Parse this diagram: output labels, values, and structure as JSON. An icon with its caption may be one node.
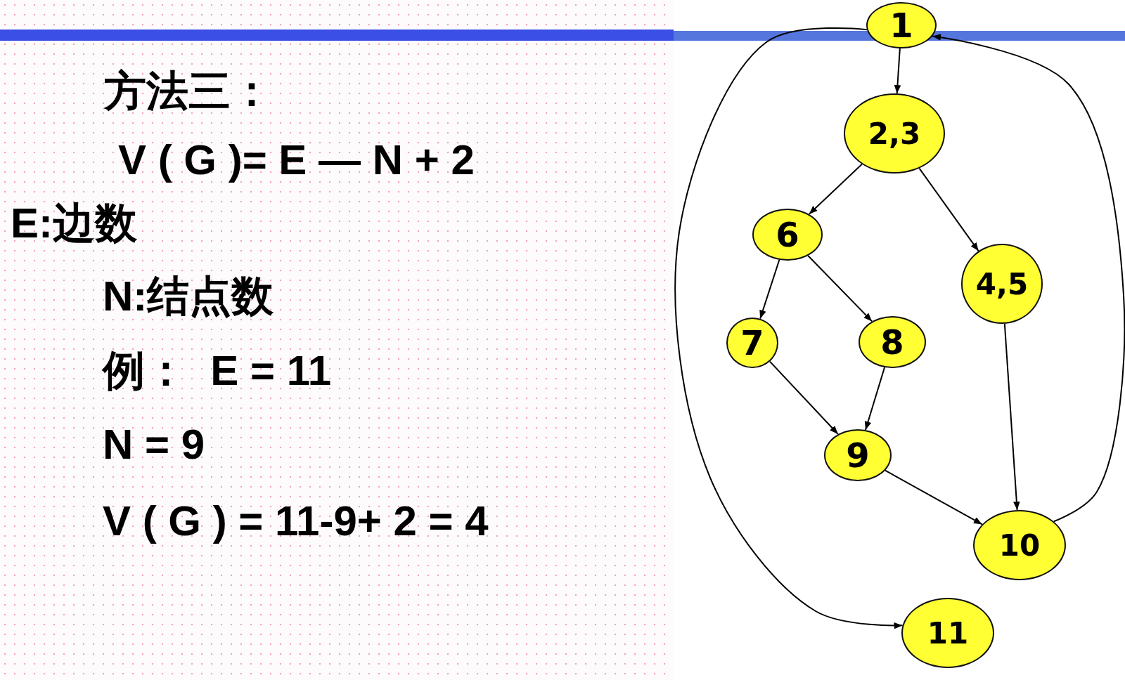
{
  "diagram": {
    "nodes": [
      {
        "text": [
          "1"
        ]
      },
      {
        "text": [
          "2,3"
        ]
      },
      {
        "text": [
          "6"
        ]
      },
      {
        "text": [
          "4,5"
        ]
      },
      {
        "text": [
          "7"
        ]
      },
      {
        "text": [
          "8"
        ]
      },
      {
        "text": [
          "9"
        ]
      },
      {
        "text": [
          "10"
        ]
      },
      {
        "text": [
          "11"
        ]
      }
    ],
    "edges": [
      {
        "from": 0,
        "to": 1,
        "arrow": "to"
      },
      {
        "from": 1,
        "to": 2,
        "arrow": "to"
      },
      {
        "from": 1,
        "to": 3,
        "arrow": "to"
      },
      {
        "from": 2,
        "to": 4,
        "arrow": "to"
      },
      {
        "from": 2,
        "to": 5,
        "arrow": "to"
      },
      {
        "from": 4,
        "to": 6,
        "arrow": "to"
      },
      {
        "from": 5,
        "to": 6,
        "arrow": "to"
      },
      {
        "from": 6,
        "to": 7,
        "arrow": "to"
      },
      {
        "from": 3,
        "to": 7,
        "arrow": "to"
      },
      {
        "from": 7,
        "to": 0,
        "arrow": "to"
      },
      {
        "from": 0,
        "to": 8,
        "arrow": "to"
      }
    ],
    "labels": [
      "方法三：",
      "V ( G )= E — N + 2",
      "E:边数",
      "N:结点数",
      "例：  E = 11",
      "N = 9",
      "V ( G ) = 11-9+ 2 = 4"
    ]
  }
}
